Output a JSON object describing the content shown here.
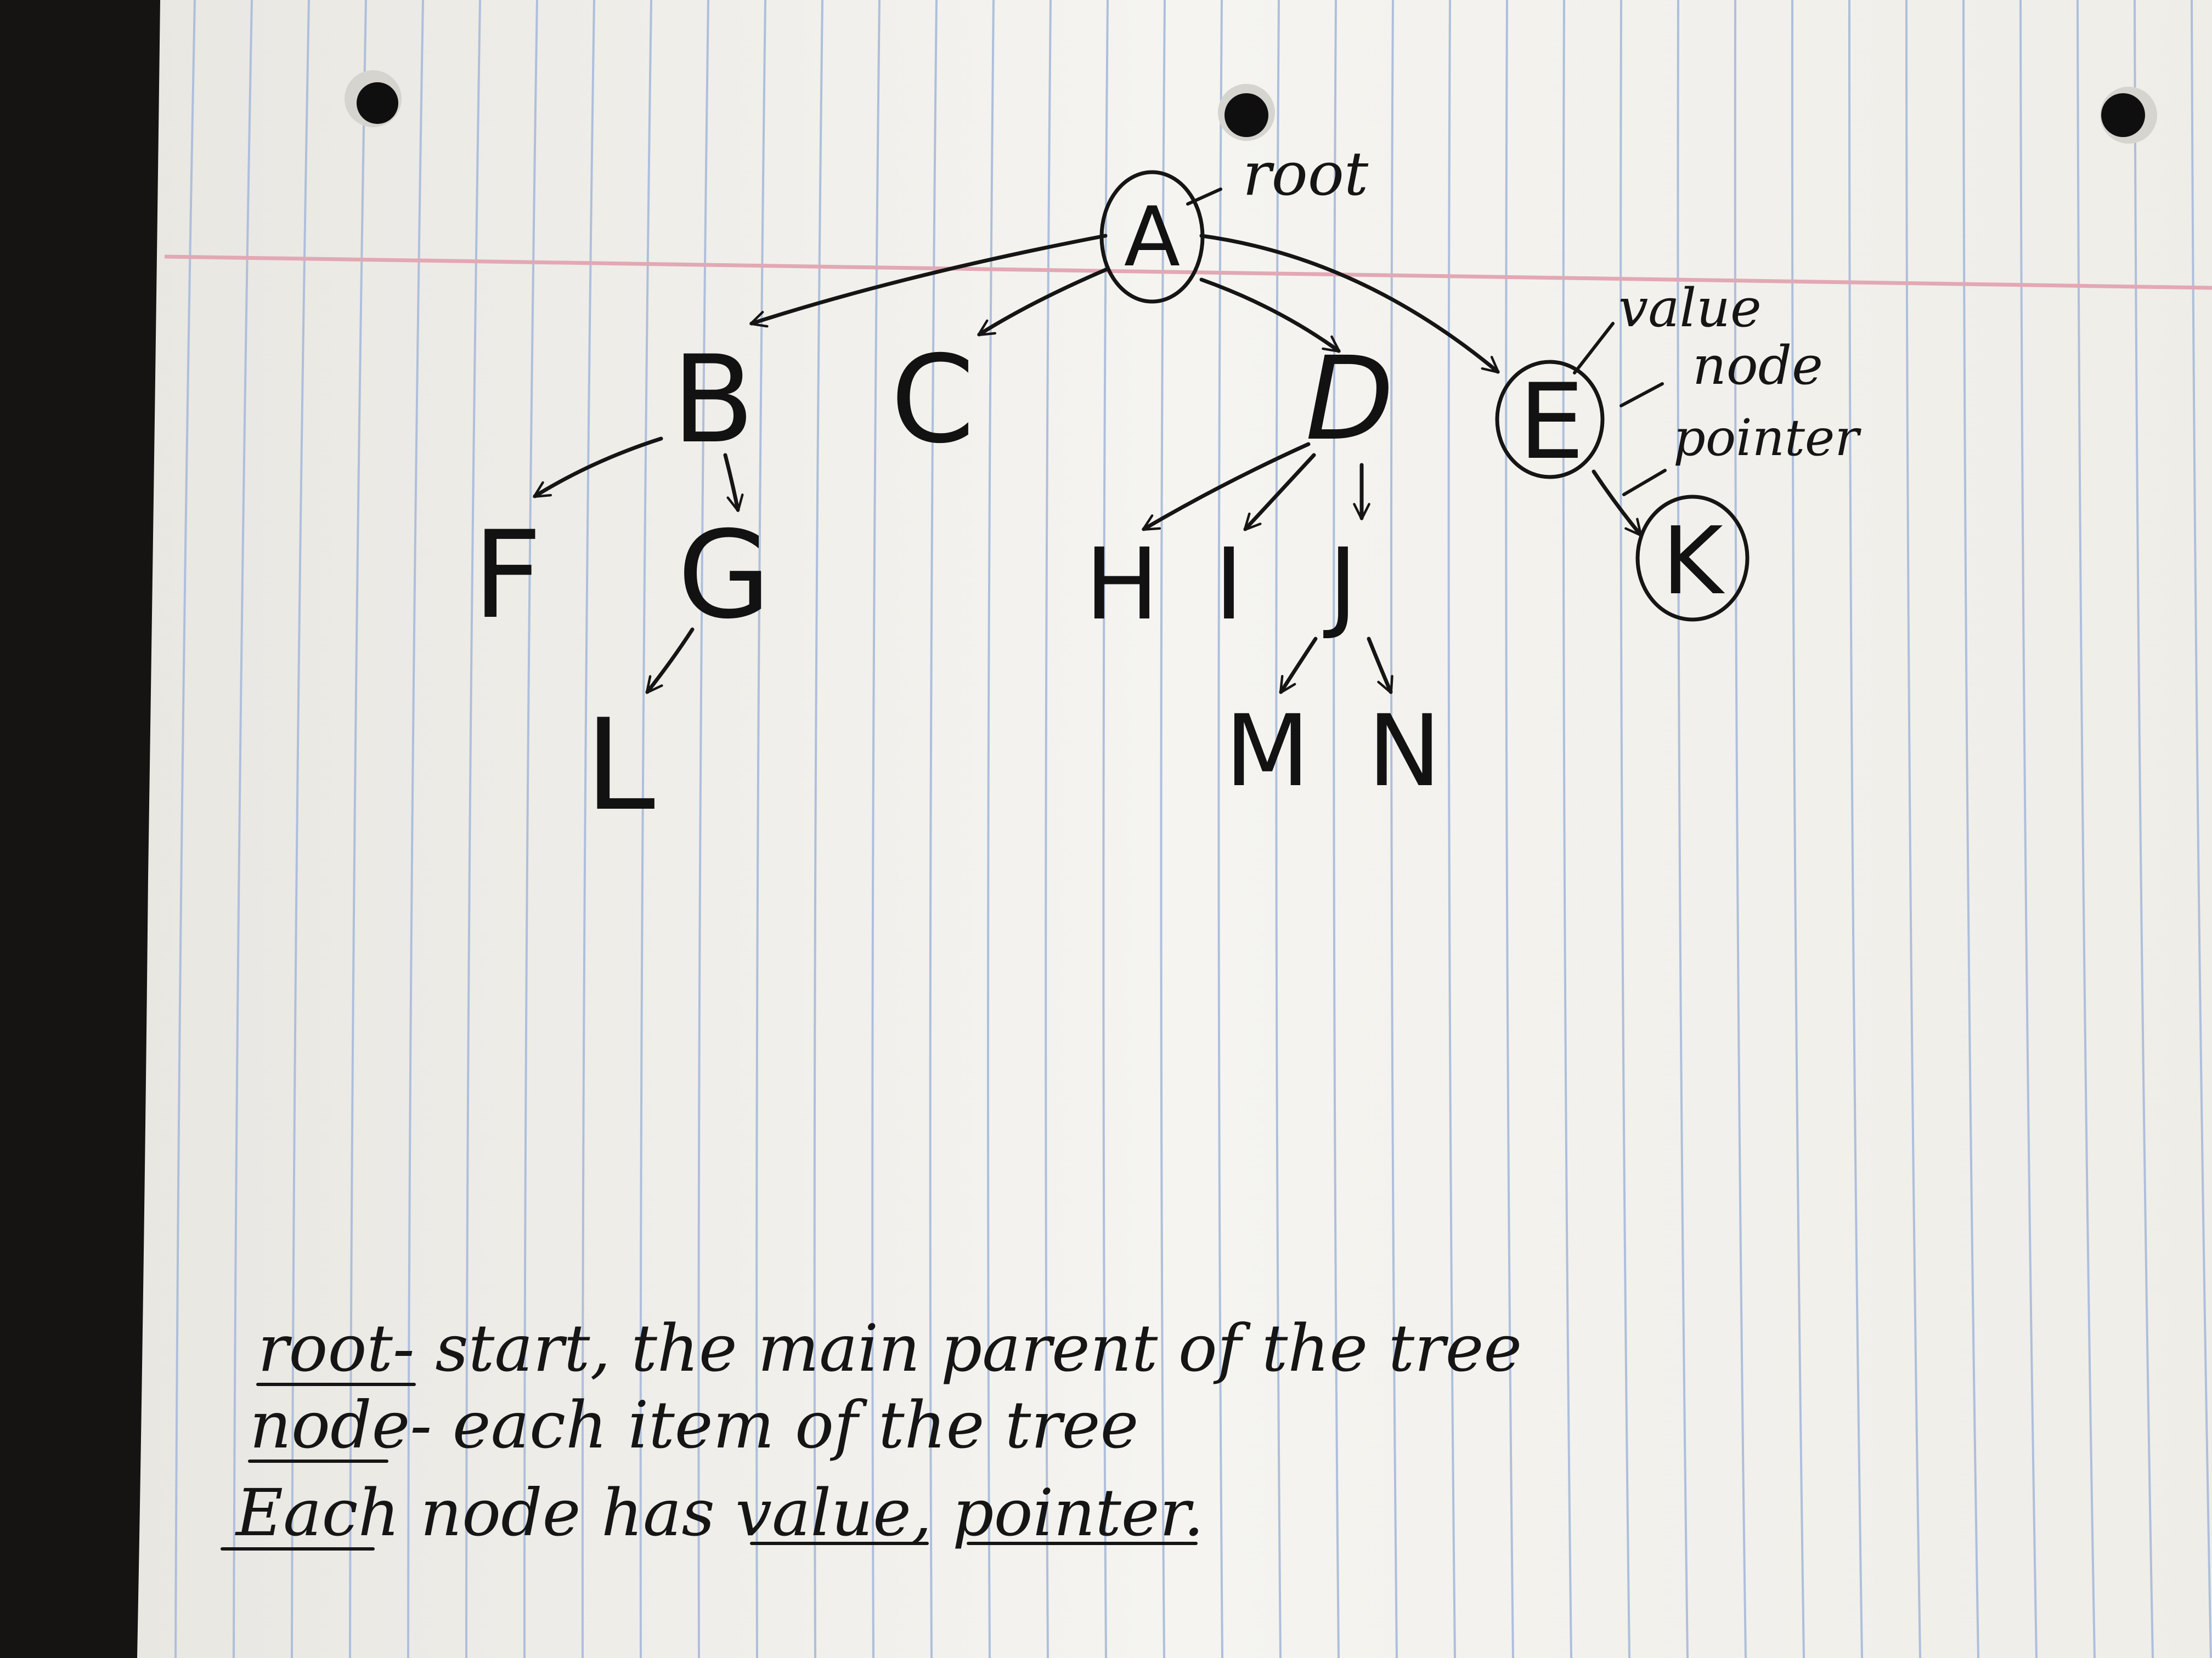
{
  "diagram": {
    "nodes": [
      {
        "id": "A",
        "label": "A",
        "circled": true
      },
      {
        "id": "B",
        "label": "B",
        "circled": false
      },
      {
        "id": "C",
        "label": "C",
        "circled": false
      },
      {
        "id": "D",
        "label": "D",
        "circled": false
      },
      {
        "id": "E",
        "label": "E",
        "circled": true
      },
      {
        "id": "F",
        "label": "F",
        "circled": false
      },
      {
        "id": "G",
        "label": "G",
        "circled": false
      },
      {
        "id": "H",
        "label": "H",
        "circled": false
      },
      {
        "id": "I",
        "label": "I",
        "circled": false
      },
      {
        "id": "J",
        "label": "J",
        "circled": false
      },
      {
        "id": "K",
        "label": "K",
        "circled": true
      },
      {
        "id": "L",
        "label": "L",
        "circled": false
      },
      {
        "id": "M",
        "label": "M",
        "circled": false
      },
      {
        "id": "N",
        "label": "N",
        "circled": false
      }
    ],
    "edges": [
      {
        "from": "A",
        "to": "B"
      },
      {
        "from": "A",
        "to": "C"
      },
      {
        "from": "A",
        "to": "D"
      },
      {
        "from": "A",
        "to": "E"
      },
      {
        "from": "B",
        "to": "F"
      },
      {
        "from": "B",
        "to": "G"
      },
      {
        "from": "G",
        "to": "L"
      },
      {
        "from": "D",
        "to": "H"
      },
      {
        "from": "D",
        "to": "I"
      },
      {
        "from": "D",
        "to": "J"
      },
      {
        "from": "J",
        "to": "M"
      },
      {
        "from": "J",
        "to": "N"
      },
      {
        "from": "E",
        "to": "K"
      }
    ],
    "annotations": {
      "root": "root",
      "value": "value",
      "node": "node",
      "pointer": "pointer"
    }
  },
  "notes": [
    {
      "term": "root",
      "rest": "- start, the main parent of the tree"
    },
    {
      "term": "node",
      "rest": "- each item of the tree"
    },
    {
      "term": "Each",
      "mid": " node has ",
      "u1": "value",
      "sep": ", ",
      "u2": "pointer",
      "end": "."
    }
  ],
  "colors": {
    "paper": "#f4f3ef",
    "rule_blue": "#aebfdc",
    "margin_red": "#e2a8b4",
    "ink": "#151515",
    "background": "#161412"
  }
}
